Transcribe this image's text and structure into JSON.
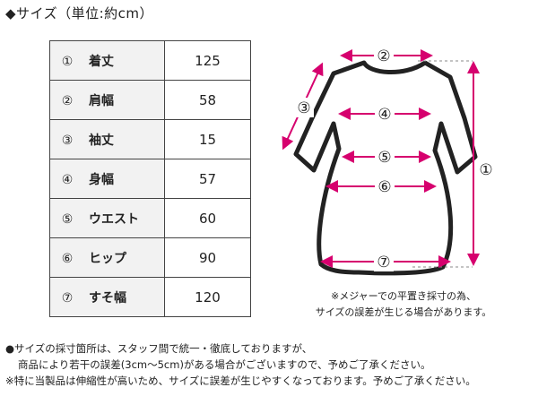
{
  "title": "◆サイズ（単位:約cm）",
  "rows": [
    {
      "num": "①",
      "name": "着丈",
      "value": "125"
    },
    {
      "num": "②",
      "name": "肩幅",
      "value": "58"
    },
    {
      "num": "③",
      "name": "袖丈",
      "value": "15"
    },
    {
      "num": "④",
      "name": "身幅",
      "value": "57"
    },
    {
      "num": "⑤",
      "name": "ウエスト",
      "value": "60"
    },
    {
      "num": "⑥",
      "name": "ヒップ",
      "value": "90"
    },
    {
      "num": "⑦",
      "name": "すそ幅",
      "value": "120"
    }
  ],
  "diagram": {
    "labels": [
      "①",
      "②",
      "③",
      "④",
      "⑤",
      "⑥",
      "⑦"
    ],
    "arrow_color": "#d6006e",
    "note_line1": "※メジャーでの平置き採寸の為、",
    "note_line2": "サイズの誤差が生じる場合があります。"
  },
  "footer": {
    "line1": "●サイズの採寸箇所は、スタッフ間で統一・徹底しておりますが、",
    "line2": "商品により若干の誤差(3cm～5cm)がある場合がございますので、予めご了承ください。",
    "line3": "※特に当製品は伸縮性が高いため、サイズに誤差が生じやすくなっております。予めご了承ください。"
  }
}
